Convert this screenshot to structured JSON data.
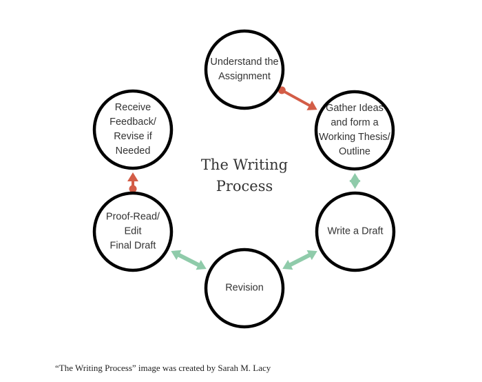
{
  "title": [
    "The Writing",
    "Process"
  ],
  "nodes": [
    {
      "id": "understand",
      "label": "Understand the\nAssignment"
    },
    {
      "id": "gather",
      "label": "Gather Ideas\nand form a\nWorking Thesis/\nOutline"
    },
    {
      "id": "write",
      "label": "Write a Draft"
    },
    {
      "id": "revision",
      "label": "Revision"
    },
    {
      "id": "proofread",
      "label": "Proof-Read/\nEdit\nFinal Draft"
    },
    {
      "id": "feedback",
      "label": "Receive\nFeedback/\nRevise if\nNeeded"
    }
  ],
  "edges": [
    {
      "from": "understand",
      "to": "gather",
      "type": "one-way",
      "color": "#d35d47"
    },
    {
      "from": "gather",
      "to": "write",
      "type": "two-way",
      "color": "#8fcbaa"
    },
    {
      "from": "write",
      "to": "revision",
      "type": "two-way",
      "color": "#8fcbaa"
    },
    {
      "from": "revision",
      "to": "proofread",
      "type": "two-way",
      "color": "#8fcbaa"
    },
    {
      "from": "proofread",
      "to": "feedback",
      "type": "one-way",
      "color": "#d35d47"
    }
  ],
  "caption": "“The Writing Process” image was created by Sarah M. Lacy"
}
